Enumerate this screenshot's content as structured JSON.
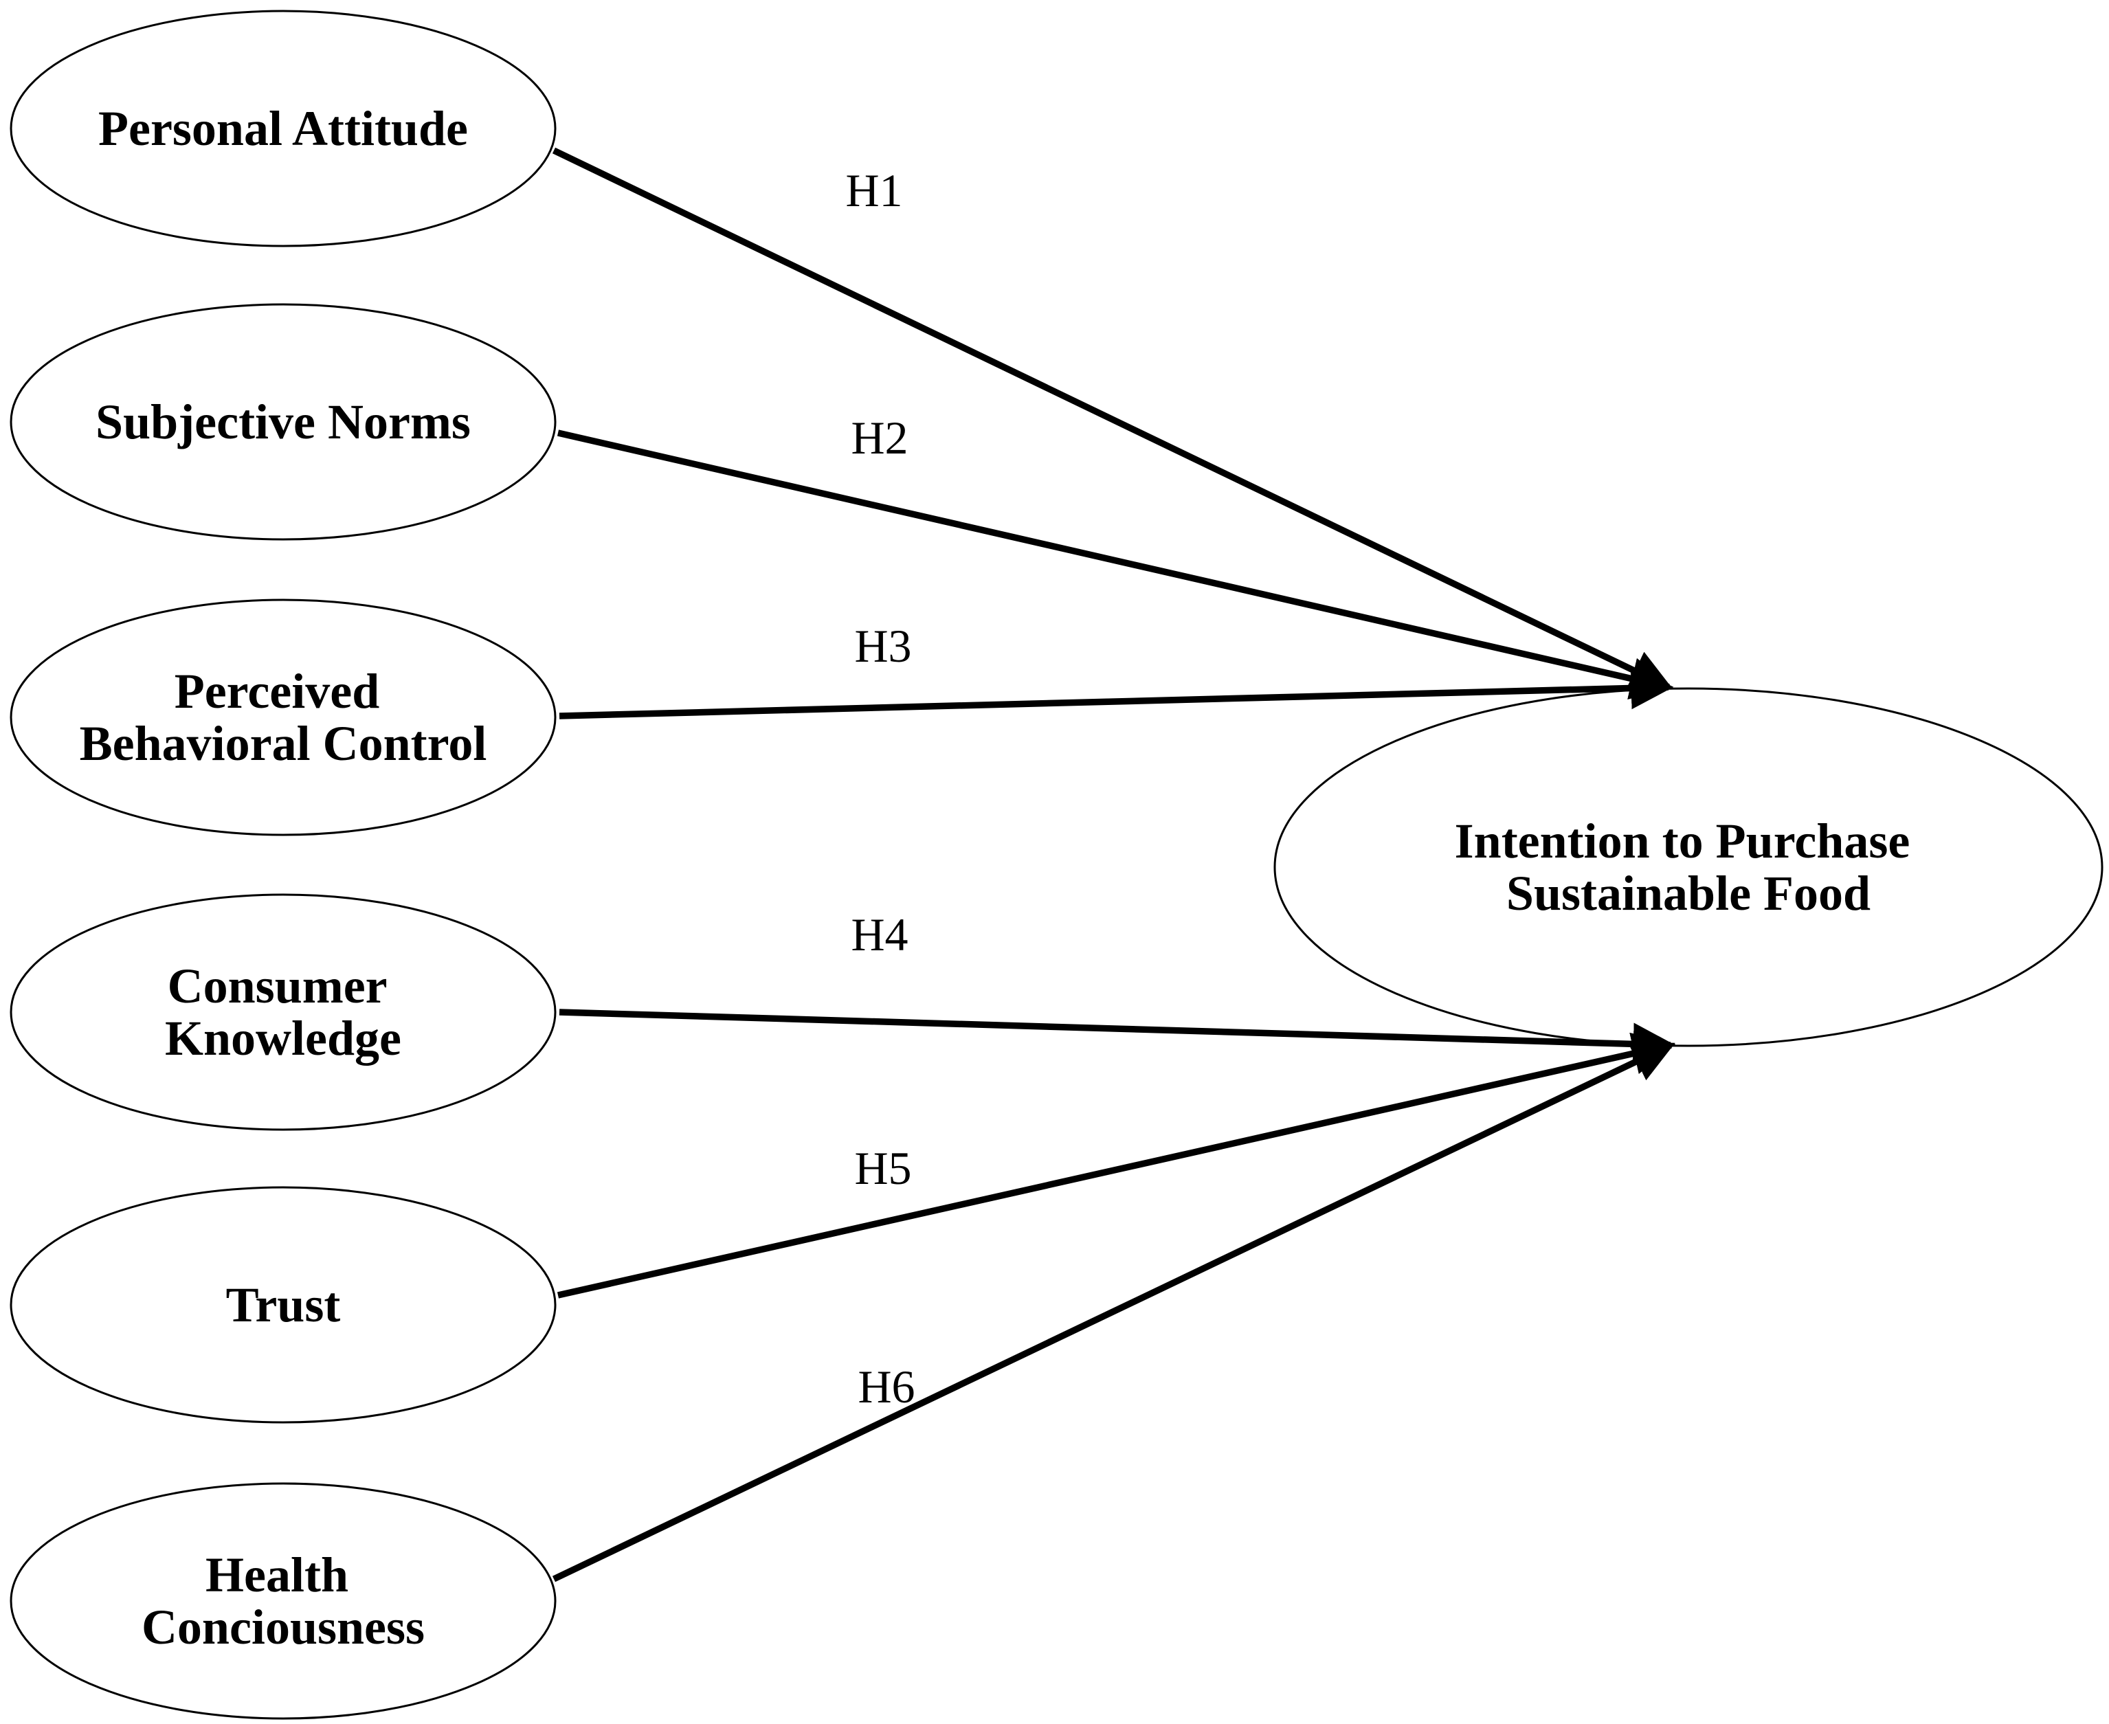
{
  "figure": {
    "background_color": "#ffffff",
    "line_color": "#000000",
    "predictors": [
      {
        "id": "personal-attitude",
        "lines": [
          "Personal Attitude"
        ]
      },
      {
        "id": "subjective-norms",
        "lines": [
          "Subjective Norms"
        ]
      },
      {
        "id": "perceived-behavioral-control",
        "lines": [
          "Perceived",
          "Behavioral Control"
        ]
      },
      {
        "id": "consumer-knowledge",
        "lines": [
          "Consumer",
          "Knowledge"
        ]
      },
      {
        "id": "trust",
        "lines": [
          "Trust"
        ]
      },
      {
        "id": "health-conciousness",
        "lines": [
          "Health",
          "Conciousness"
        ]
      }
    ],
    "outcome": {
      "id": "intention-to-purchase-sustainable-food",
      "lines": [
        "Intention to Purchase",
        "Sustainable Food"
      ]
    },
    "hypotheses": [
      {
        "label": "H1",
        "from": "Personal Attitude",
        "to": "Intention to Purchase Sustainable Food"
      },
      {
        "label": "H2",
        "from": "Subjective Norms",
        "to": "Intention to Purchase Sustainable Food"
      },
      {
        "label": "H3",
        "from": "Perceived Behavioral Control",
        "to": "Intention to Purchase Sustainable Food"
      },
      {
        "label": "H4",
        "from": "Consumer Knowledge",
        "to": "Intention to Purchase Sustainable Food"
      },
      {
        "label": "H5",
        "from": "Trust",
        "to": "Intention to Purchase Sustainable Food"
      },
      {
        "label": "H6",
        "from": "Health Conciousness",
        "to": "Intention to Purchase Sustainable Food"
      }
    ]
  }
}
